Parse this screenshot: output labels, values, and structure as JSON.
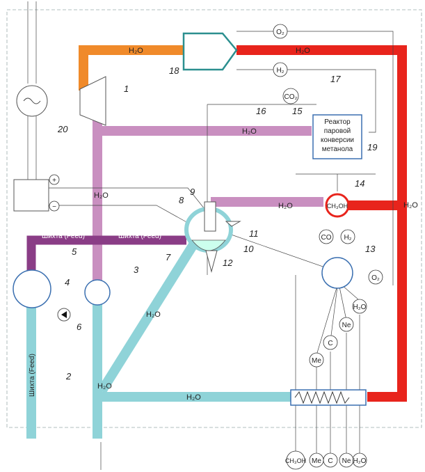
{
  "labels": {
    "h2o": "H₂O",
    "o2": "O₂",
    "h2": "H₂",
    "co2": "CO₂",
    "co": "CO",
    "ch3oh": "CH₃OH",
    "c": "C",
    "me": "Me",
    "ne": "Ne",
    "feed": "Шихта (Feed)",
    "plus": "+",
    "minus": "−",
    "reactor_lines": [
      "Реактор",
      "паровой",
      "конверсии",
      "метанола"
    ]
  },
  "numbers": [
    "1",
    "2",
    "3",
    "4",
    "5",
    "6",
    "7",
    "8",
    "9",
    "10",
    "11",
    "12",
    "13",
    "14",
    "15",
    "16",
    "17",
    "18",
    "19",
    "20"
  ],
  "colors": {
    "red": "#e8241c",
    "orange": "#f08a2a",
    "purple": "#c98fc0",
    "darkpurple": "#8a3d86",
    "cyan": "#8fd3d8",
    "teal": "#2b8f8f",
    "blue": "#3a6fb0"
  }
}
